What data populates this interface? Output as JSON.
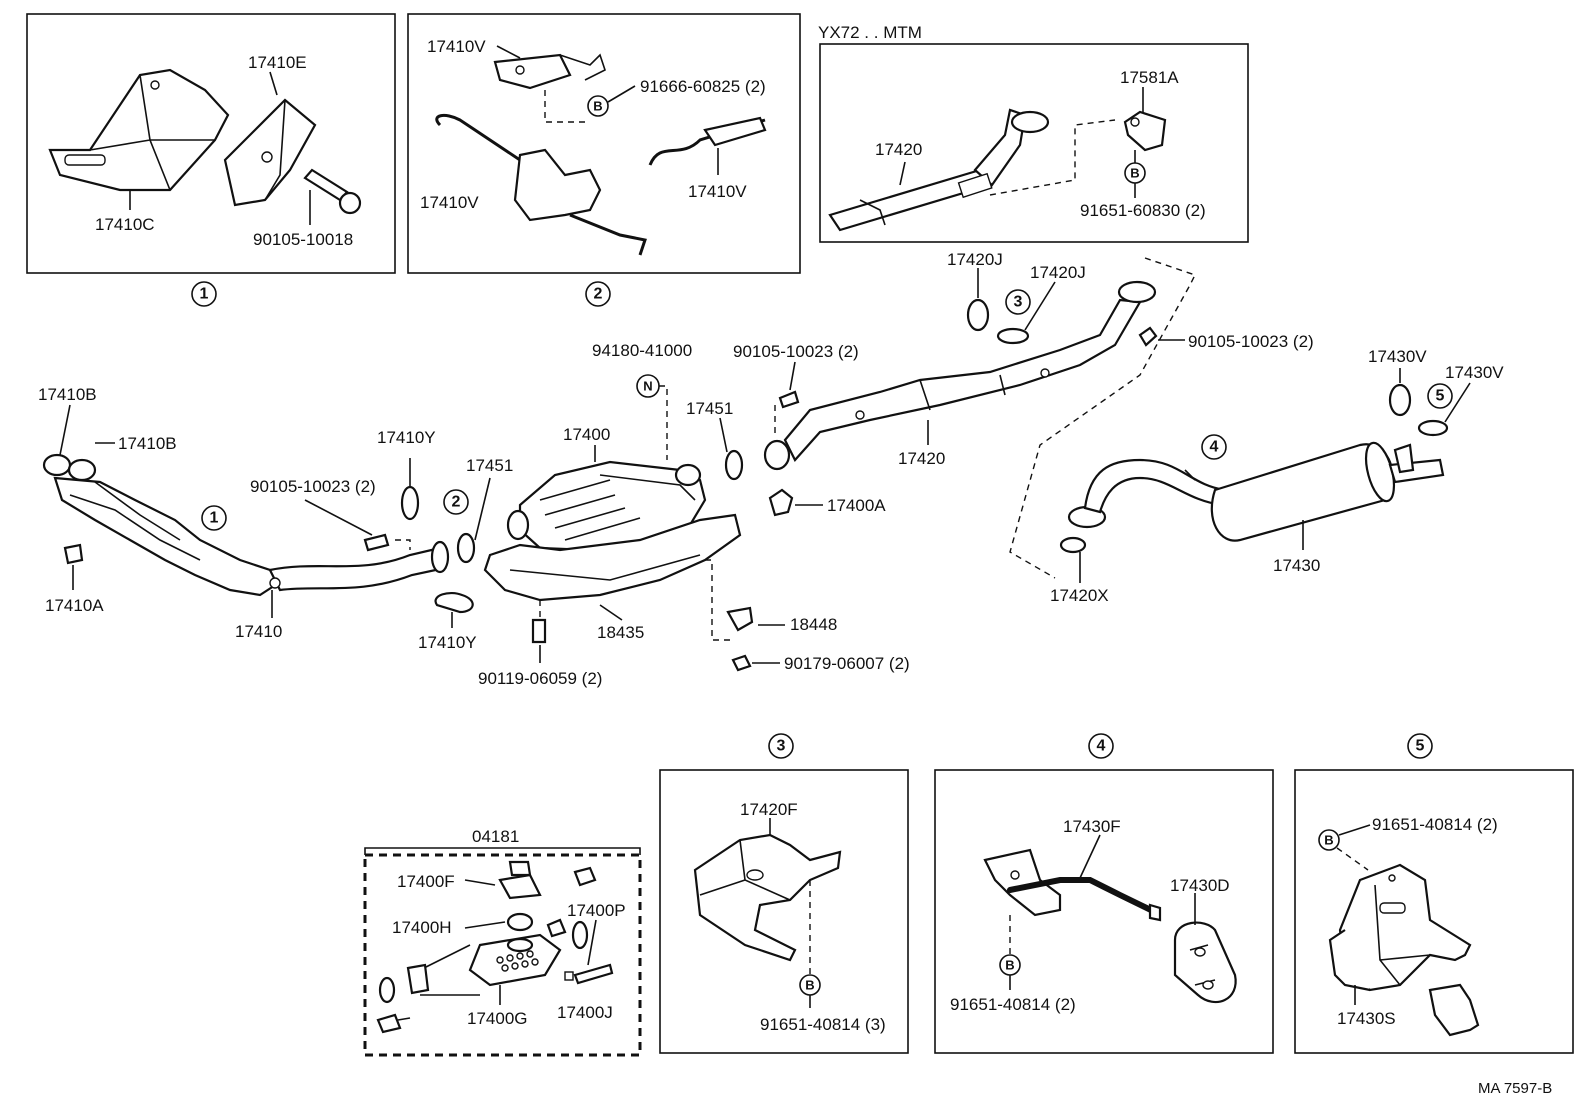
{
  "labels": {
    "yx72": "YX72 . . MTM",
    "p17410E": "17410E",
    "p17410C": "17410C",
    "p90105_10018": "90105-10018",
    "p17410V_a": "17410V",
    "p91666": "91666-60825 (2)",
    "p17410V_b": "17410V",
    "p17410V_c": "17410V",
    "p17581A": "17581A",
    "p17420_box": "17420",
    "p91651_60830": "91651-60830 (2)",
    "p17410B_a": "17410B",
    "p17410B_b": "17410B",
    "p17410A": "17410A",
    "p17410": "17410",
    "p90105_10023_a": "90105-10023 (2)",
    "p17410Y_a": "17410Y",
    "p17410Y_b": "17410Y",
    "p17451_a": "17451",
    "p17451_b": "17451",
    "p94180": "94180-41000",
    "p17400": "17400",
    "p18435": "18435",
    "p90119": "90119-06059 (2)",
    "p18448": "18448",
    "p90179": "90179-06007 (2)",
    "p90105_10023_b": "90105-10023 (2)",
    "p17400A": "17400A",
    "p17420J_a": "17420J",
    "p17420J_b": "17420J",
    "p17420": "17420",
    "p90105_10023_c": "90105-10023 (2)",
    "p17430V_a": "17430V",
    "p17430V_b": "17430V",
    "p17430": "17430",
    "p17420X": "17420X",
    "p04181": "04181",
    "p17400F": "17400F",
    "p17400H": "17400H",
    "p17400P": "17400P",
    "p17400G": "17400G",
    "p17400J": "17400J",
    "p17420F": "17420F",
    "p91651_40814_a": "91651-40814 (3)",
    "p17430F": "17430F",
    "p17430D": "17430D",
    "p91651_40814_b": "91651-40814 (2)",
    "p91651_40814_c": "91651-40814 (2)",
    "p17430S": "17430S",
    "code": "MA 7597-B"
  },
  "markers": {
    "one": "1",
    "two": "2",
    "three": "3",
    "four": "4",
    "five": "5",
    "b": "B",
    "n": "N"
  }
}
